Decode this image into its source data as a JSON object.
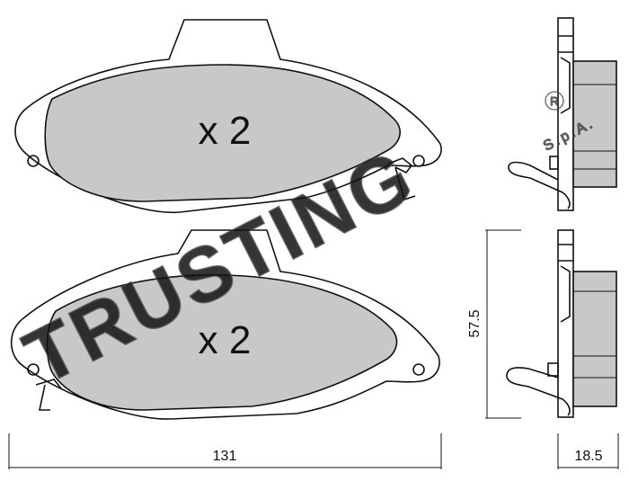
{
  "top_pad": {
    "quantity_label": "x 2"
  },
  "bottom_pad": {
    "quantity_label": "x 2"
  },
  "dimensions": {
    "width": "131",
    "height": "57.5",
    "thickness": "18.5"
  },
  "watermark": {
    "brand": "TRUSTING",
    "suffix": "S.p.A.",
    "mark": "R"
  },
  "colors": {
    "friction_material": "#c8c8c8",
    "ink": "#111111",
    "background": "#ffffff"
  }
}
